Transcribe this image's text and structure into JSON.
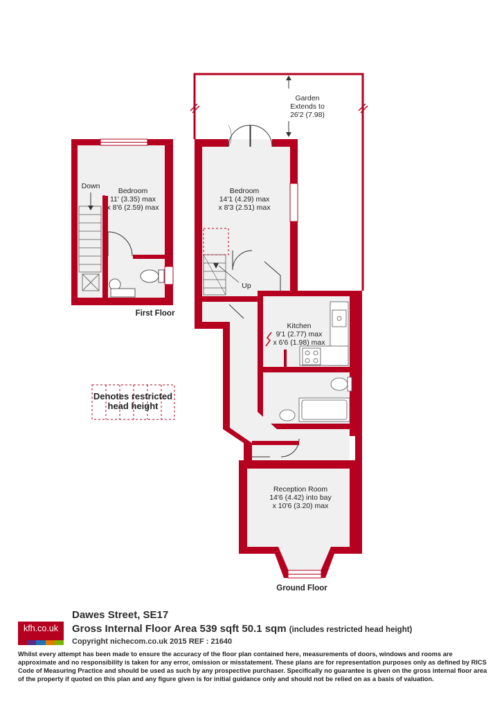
{
  "rooms": {
    "first_bedroom": {
      "name": "Bedroom",
      "dim1": "11' (3.35) max",
      "dim2": "x 8'6 (2.59) max"
    },
    "ground_bedroom": {
      "name": "Bedroom",
      "dim1": "14'1 (4.29) max",
      "dim2": "x 8'3 (2.51) max"
    },
    "kitchen": {
      "name": "Kitchen",
      "dim1": "9'1 (2.77) max",
      "dim2": "x 6'6 (1.98) max"
    },
    "reception": {
      "name": "Reception Room",
      "dim1": "14'6 (4.42) into bay",
      "dim2": "x 10'6 (3.20) max"
    },
    "garden": {
      "name": "Garden",
      "dim1": "Extends to",
      "dim2": "26'2 (7.98)"
    }
  },
  "stairs": {
    "down": "Down",
    "up": "Up"
  },
  "floors": {
    "first": "First Floor",
    "ground": "Ground Floor"
  },
  "legend": {
    "line1": "Denotes restricted",
    "line2": "head height"
  },
  "footer": {
    "logo_text": "kfh.co.uk",
    "logo_colors": [
      "#b5001f",
      "#5b2a86",
      "#1d72b8",
      "#e07b00",
      "#7ab800"
    ],
    "address": "Dawes Street, SE17",
    "area": "Gross Internal Floor Area 539 sqft 50.1 sqm",
    "area_note": "(includes restricted head height)",
    "copyright": "Copyright nichecom.co.uk 2015 REF : 21640",
    "disclaimer": "Whilst every attempt has been made to ensure the accuracy of the floor plan contained here, measurements of doors, windows and rooms are approximate and no responsibility is taken for any error, omission or misstatement.  These plans are for representation purposes only as defined by RICS Code of Measuring Practice and should be used as such by any prospective purchaser.  Specifically no guarantee is given on the gross internal floor area of the property if quoted on this plan and any figure given is for initial guidance only and should not be relied on as a basis of valuation."
  },
  "colors": {
    "wall": "#b5001f",
    "floor": "#f0f0f0"
  }
}
